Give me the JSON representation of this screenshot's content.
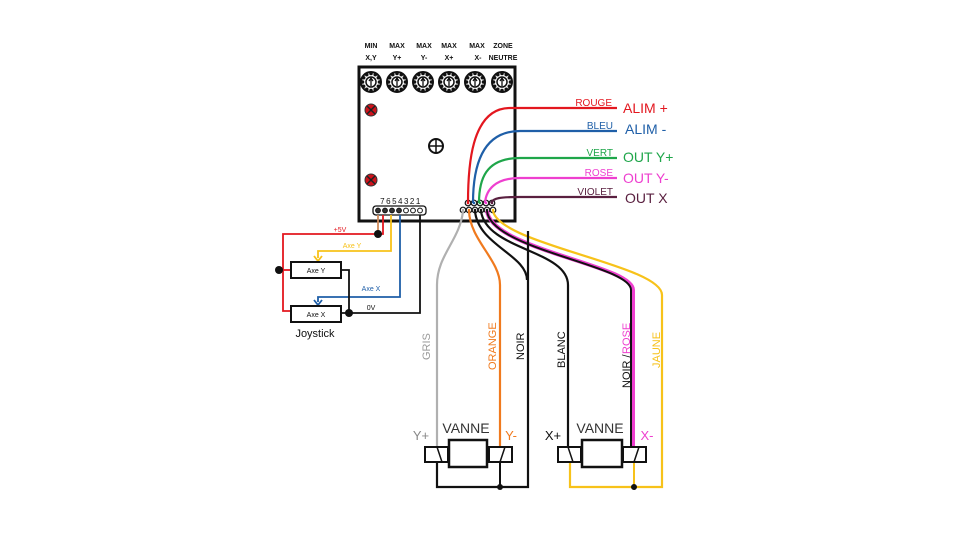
{
  "potentiometers": [
    {
      "line1": "MIN",
      "line2": "X,Y"
    },
    {
      "line1": "MAX",
      "line2": "Y+"
    },
    {
      "line1": "MAX",
      "line2": "Y-"
    },
    {
      "line1": "MAX",
      "line2": "X+"
    },
    {
      "line1": "MAX",
      "line2": "X-"
    },
    {
      "line1": "ZONE",
      "line2": "NEUTRE"
    }
  ],
  "joystick_connector": {
    "pin_numbers": "7654321"
  },
  "outputs": [
    {
      "wire": "ROUGE",
      "label": "ALIM +",
      "color": "#e3171f"
    },
    {
      "wire": "BLEU",
      "label": "ALIM -",
      "color": "#1f5fa8"
    },
    {
      "wire": "VERT",
      "label": "OUT Y+",
      "color": "#1fa64a"
    },
    {
      "wire": "ROSE",
      "label": "OUT Y-",
      "color": "#ee3fcf"
    },
    {
      "wire": "VIOLET",
      "label": "OUT X",
      "color": "#5a2040"
    }
  ],
  "joystick": {
    "label": "Joystick",
    "axis_y": "Axe Y",
    "axis_x": "Axe X",
    "wire_5v": "+5V",
    "wire_axe_y": "Axe Y",
    "wire_axe_x": "Axe X",
    "wire_0v": "0V"
  },
  "valve_wires": {
    "gris": "GRIS",
    "orange": "ORANGE",
    "noir": "NOIR",
    "blanc": "BLANC",
    "noir_rose_1": "NOIR /",
    "noir_rose_2": "ROSE",
    "jaune": "JAUNE"
  },
  "valves": [
    {
      "name": "VANNE",
      "left": "Y+",
      "right": "Y-"
    },
    {
      "name": "VANNE",
      "left": "X+",
      "right": "X-"
    }
  ],
  "colors": {
    "red": "#e3171f",
    "blue": "#1f5fa8",
    "green": "#1fa64a",
    "pink": "#ee3fcf",
    "violet": "#5a2040",
    "orange": "#f07a1e",
    "yellow": "#f7c21a",
    "gray": "#b0b0b0",
    "black": "#111111"
  }
}
